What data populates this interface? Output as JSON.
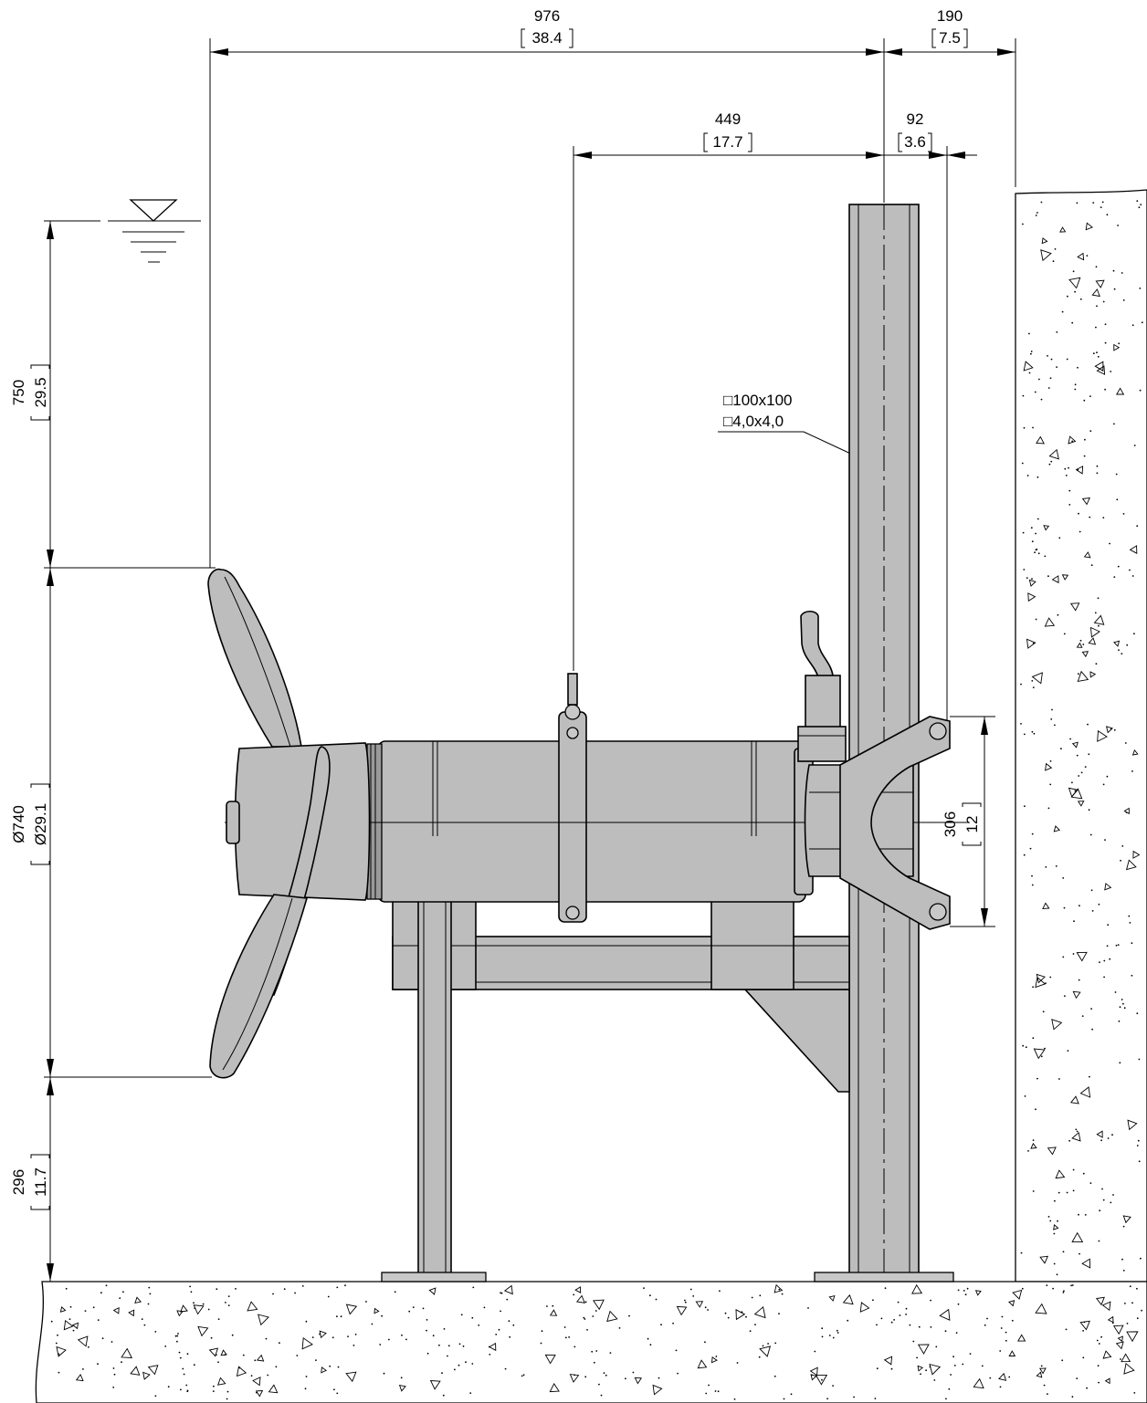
{
  "dimensions": {
    "overall_width": {
      "mm": "976",
      "in": "38.4"
    },
    "wall_clearance": {
      "mm": "190",
      "in": "7.5"
    },
    "mount_offset": {
      "mm": "449",
      "in": "17.7"
    },
    "bracket_offset": {
      "mm": "92",
      "in": "3.6"
    },
    "water_depth": {
      "mm": "750",
      "in": "29.5"
    },
    "propeller_diameter": {
      "mm": "Ø740",
      "in": "Ø29.1"
    },
    "floor_clearance": {
      "mm": "296",
      "in": "11.7"
    },
    "bracket_height": {
      "mm": "306",
      "in": "12"
    }
  },
  "callout": {
    "profile": "□100x100",
    "wall": "□4,0x4,0"
  },
  "colors": {
    "steel_fill": "#bdbdbd",
    "line": "#000000",
    "background": "#ffffff"
  },
  "symbols": {
    "water_level": "water-level-triangle",
    "concrete": "concrete-hatch"
  }
}
